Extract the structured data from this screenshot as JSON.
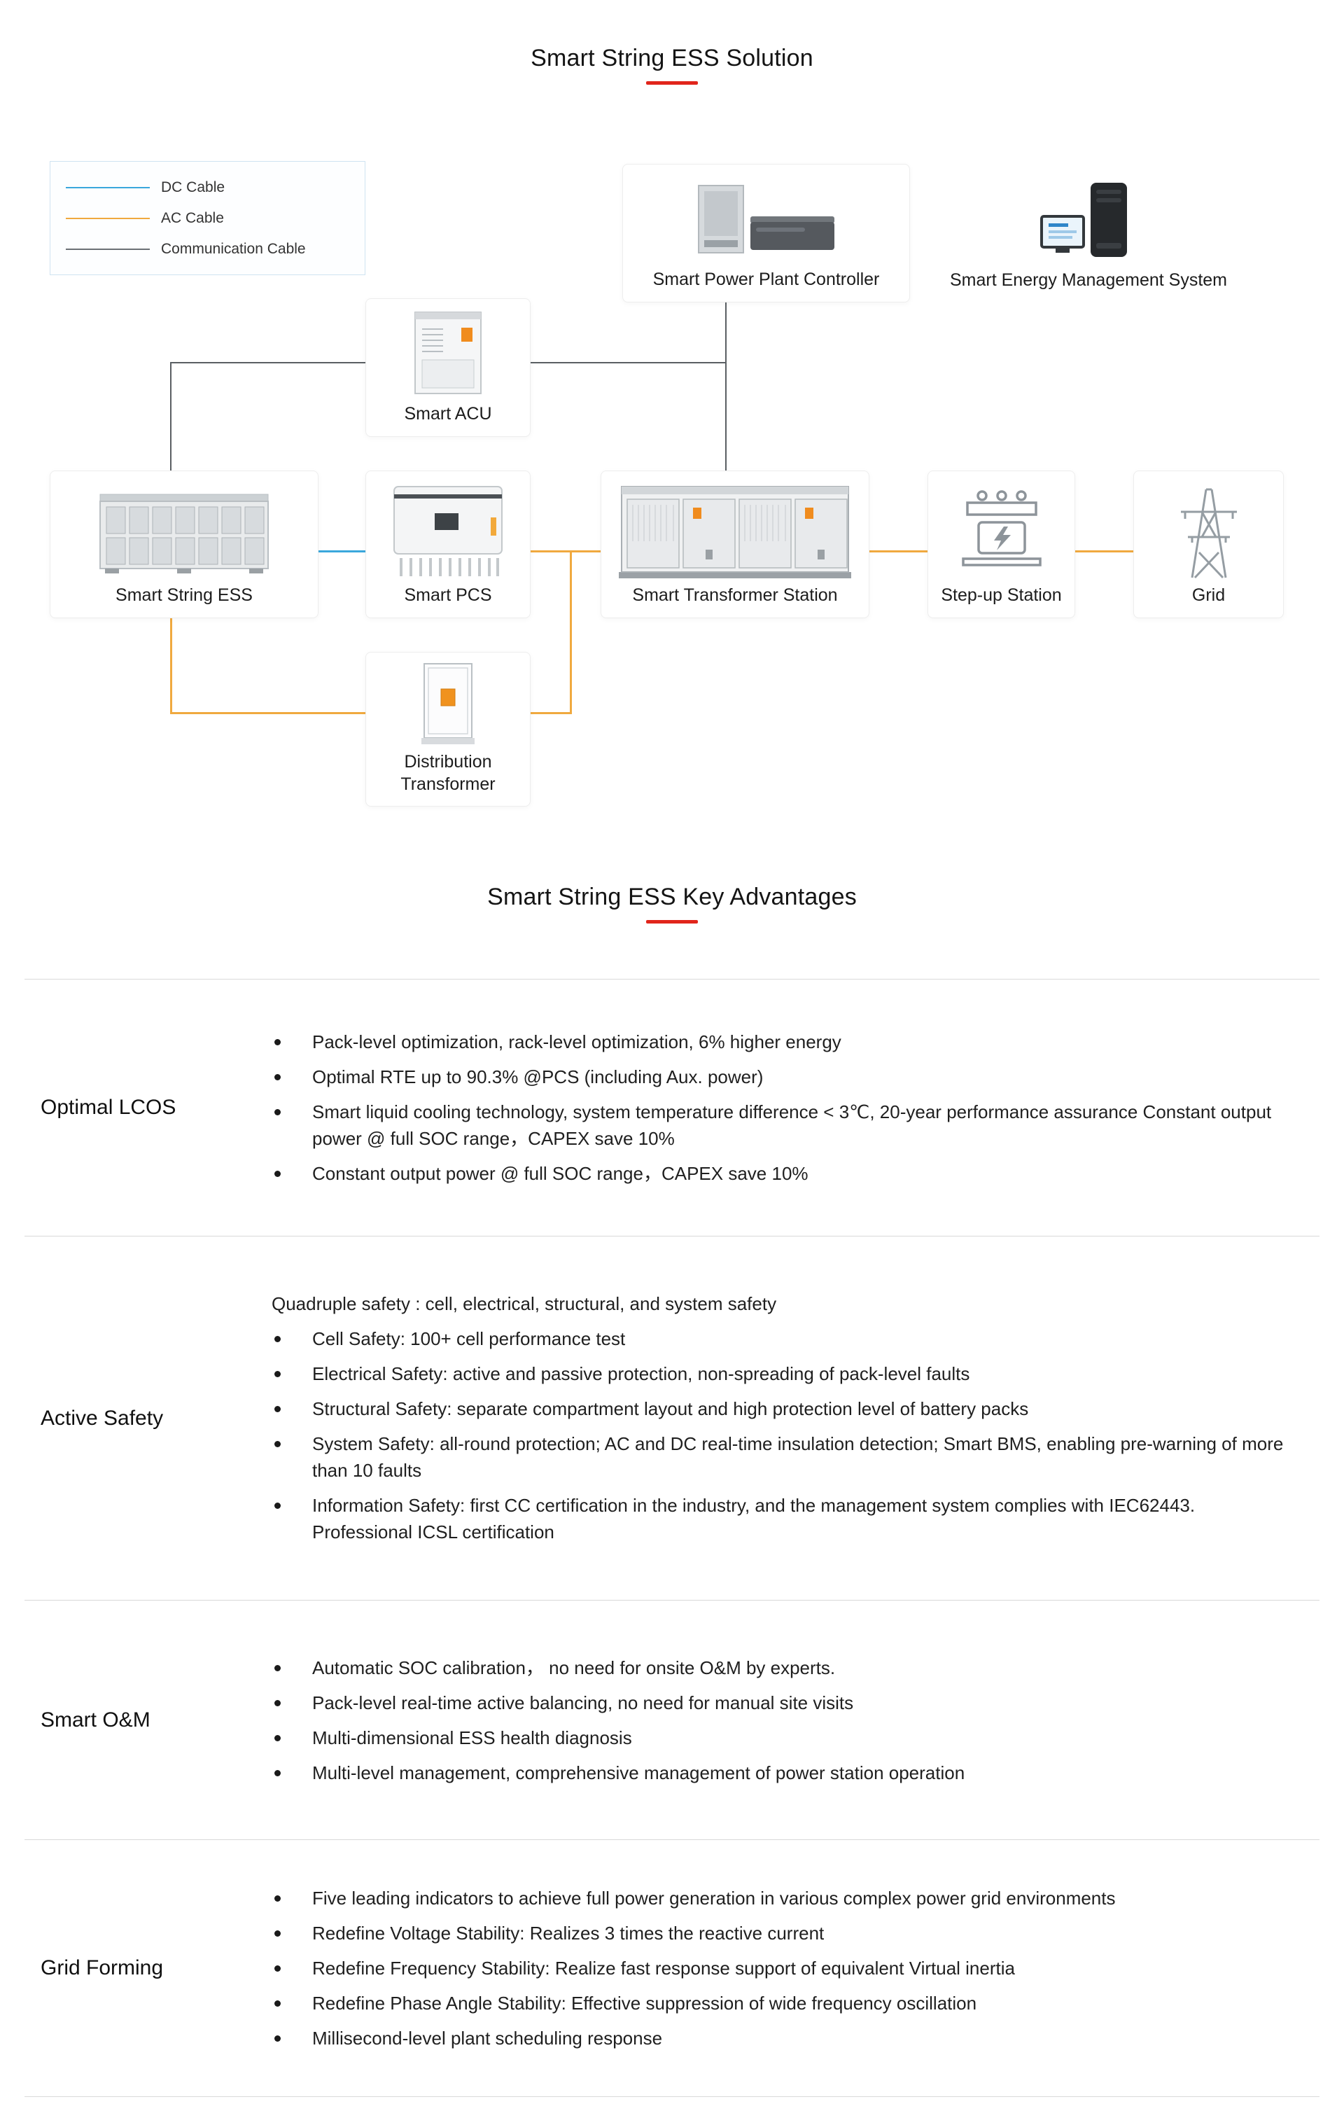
{
  "titles": {
    "solution": "Smart String ESS Solution",
    "advantages": "Smart String ESS Key Advantages"
  },
  "colors": {
    "title_underline": "#e1251b",
    "dc_cable": "#3aa7dc",
    "ac_cable": "#f0a93f",
    "communication_cable": "#5a5f63",
    "table_rule": "#d9d9d9"
  },
  "legend": {
    "items": [
      {
        "name": "dc",
        "label": "DC Cable"
      },
      {
        "name": "ac",
        "label": "AC Cable"
      },
      {
        "name": "comm",
        "label": "Communication Cable"
      }
    ]
  },
  "diagram": {
    "nodes": {
      "controller": "Smart Power Plant Controller",
      "ems": "Smart Energy Management System",
      "acu": "Smart ACU",
      "ess": "Smart String ESS",
      "pcs": "Smart PCS",
      "station": "Smart Transformer Station",
      "stepup": "Step-up Station",
      "grid": "Grid",
      "dist": "Distribution Transformer"
    }
  },
  "advantages": {
    "rows": [
      {
        "label": "Optimal LCOS",
        "bullets": [
          "Pack-level optimization, rack-level optimization, 6% higher energy",
          "Optimal RTE up to 90.3% @PCS (including Aux. power)",
          "Smart liquid cooling technology, system temperature difference < 3℃, 20-year performance assurance Constant output power @ full SOC range，CAPEX save 10%",
          "Constant output power @ full SOC range，CAPEX save 10%"
        ]
      },
      {
        "label": "Active Safety",
        "intro": "Quadruple safety :  cell, electrical, structural, and system safety",
        "bullets": [
          "Cell Safety: 100+ cell performance test",
          "Electrical Safety: active and passive protection, non-spreading of pack-level faults",
          "Structural Safety: separate compartment layout and high protection level of battery packs",
          "System Safety: all-round protection; AC and DC real-time insulation detection; Smart BMS, enabling pre-warning of more than 10 faults",
          "Information Safety: first CC certification in the industry, and the management system complies with IEC62443. Professional ICSL certification"
        ]
      },
      {
        "label": "Smart O&M",
        "bullets": [
          "Automatic SOC calibration， no need for onsite O&M by experts.",
          "Pack-level real-time active balancing, no need for manual site visits",
          "Multi-dimensional ESS health diagnosis",
          "Multi-level management, comprehensive management of power station operation"
        ]
      },
      {
        "label": "Grid Forming",
        "bullets": [
          "Five leading indicators to achieve full power generation in various complex power grid environments",
          "Redefine Voltage Stability: Realizes 3 times the reactive current",
          "Redefine Frequency Stability: Realize fast response support of equivalent Virtual inertia",
          "Redefine Phase Angle Stability: Effective suppression of wide frequency oscillation",
          "Millisecond-level plant scheduling response"
        ]
      }
    ]
  }
}
